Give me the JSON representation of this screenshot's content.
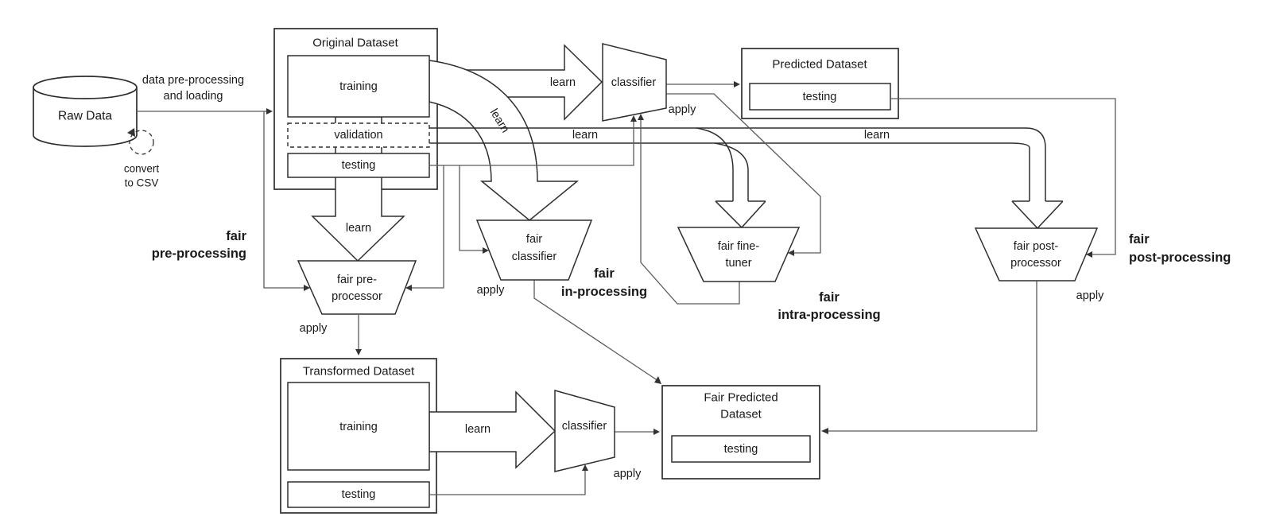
{
  "diagram": {
    "nodes": {
      "raw_data": {
        "label": "Raw Data"
      },
      "convert_note": {
        "line1": "convert",
        "line2": "to CSV"
      },
      "loading_note": {
        "line1": "data pre-processing",
        "line2": "and loading"
      },
      "original_dataset": {
        "title": "Original Dataset",
        "training": "training",
        "validation": "validation",
        "testing": "testing"
      },
      "predicted_dataset": {
        "title": "Predicted Dataset",
        "testing": "testing"
      },
      "transformed_dataset": {
        "title": "Transformed Dataset",
        "training": "training",
        "testing": "testing"
      },
      "fair_predicted_dataset": {
        "title_line1": "Fair Predicted",
        "title_line2": "Dataset",
        "testing": "testing"
      },
      "classifier_top": {
        "label": "classifier"
      },
      "classifier_bottom": {
        "label": "classifier"
      },
      "fair_pre_processor": {
        "line1": "fair pre-",
        "line2": "processor"
      },
      "fair_classifier": {
        "line1": "fair",
        "line2": "classifier"
      },
      "fair_fine_tuner": {
        "line1": "fair fine-",
        "line2": "tuner"
      },
      "fair_post_processor": {
        "line1": "fair post-",
        "line2": "processor"
      }
    },
    "stage_labels": {
      "pre": {
        "line1": "fair",
        "line2": "pre-processing"
      },
      "in": {
        "line1": "fair",
        "line2": "in-processing"
      },
      "intra": {
        "line1": "fair",
        "line2": "intra-processing"
      },
      "post": {
        "line1": "fair",
        "line2": "post-processing"
      }
    },
    "edge_labels": {
      "learn_top": "learn",
      "learn_curve": "learn",
      "learn_mid": "learn",
      "learn_right": "learn",
      "learn_down": "learn",
      "learn_bottom": "learn",
      "apply_top": "apply",
      "apply_pre": "apply",
      "apply_in": "apply",
      "apply_post": "apply",
      "apply_bottom": "apply"
    },
    "colors": {
      "shape_line": "#2e2e2e",
      "connector_line": "#5a5a5a",
      "text": "#1a1a1a",
      "background": "#ffffff"
    }
  }
}
